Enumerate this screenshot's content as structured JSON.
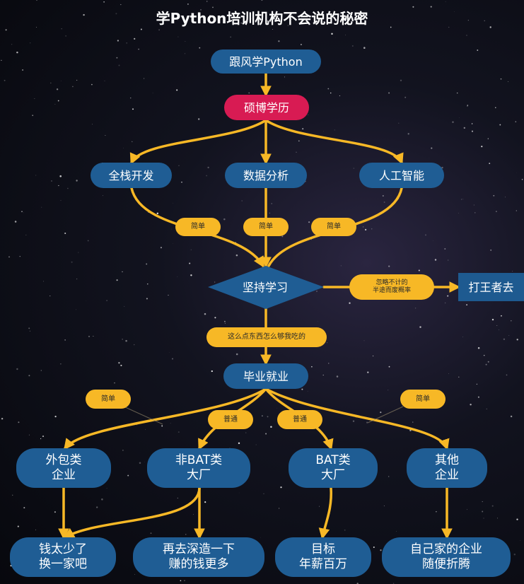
{
  "title": "学Python培训机构不会说的秘密",
  "nodes": {
    "start": "跟风学Python",
    "degree": "硕博学历",
    "fullstack": "全栈开发",
    "data": "数据分析",
    "ai": "人工智能",
    "persist": "坚持学习",
    "game": "打王者去",
    "graduate": "毕业就业",
    "outsource": [
      "外包类",
      "企业"
    ],
    "non_bat": [
      "非BAT类",
      "大厂"
    ],
    "bat": [
      "BAT类",
      "大厂"
    ],
    "other": [
      "其他",
      "企业"
    ],
    "money_less": [
      "钱太少了",
      "换一家吧"
    ],
    "deep_dive": [
      "再去深造一下",
      "赚的钱更多"
    ],
    "target": [
      "目标",
      "年薪百万"
    ],
    "own": [
      "自己家的企业",
      "随便折腾"
    ]
  },
  "pills": {
    "simple1": "简单",
    "simple2": "简单",
    "simple3": "简单",
    "ignore": [
      "忽略不计的",
      "半途而废概率"
    ],
    "enough": "这么点东西怎么够我吃的",
    "simple_left": "简单",
    "normal1": "普通",
    "normal2": "普通",
    "simple_right": "简单"
  },
  "colors": {
    "node": "#1f5d94",
    "highlight": "#d81b53",
    "arrow": "#f7b826",
    "pill": "#f7b826"
  }
}
